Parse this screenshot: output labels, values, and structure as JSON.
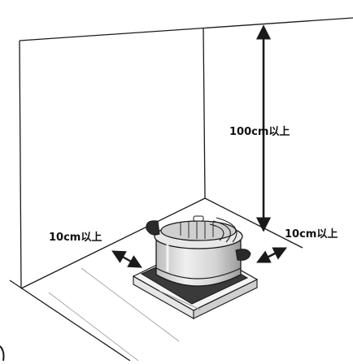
{
  "labels": {
    "height_clearance": "100cm以上",
    "left_clearance": "10cm以上",
    "right_clearance": "10cm以上"
  },
  "colors": {
    "line": "#1a1a1a",
    "pot_body": "#d9d9d9",
    "pot_shadow": "#a8a8a8",
    "burner_plate": "#3a3a3a",
    "background": "#ffffff"
  }
}
